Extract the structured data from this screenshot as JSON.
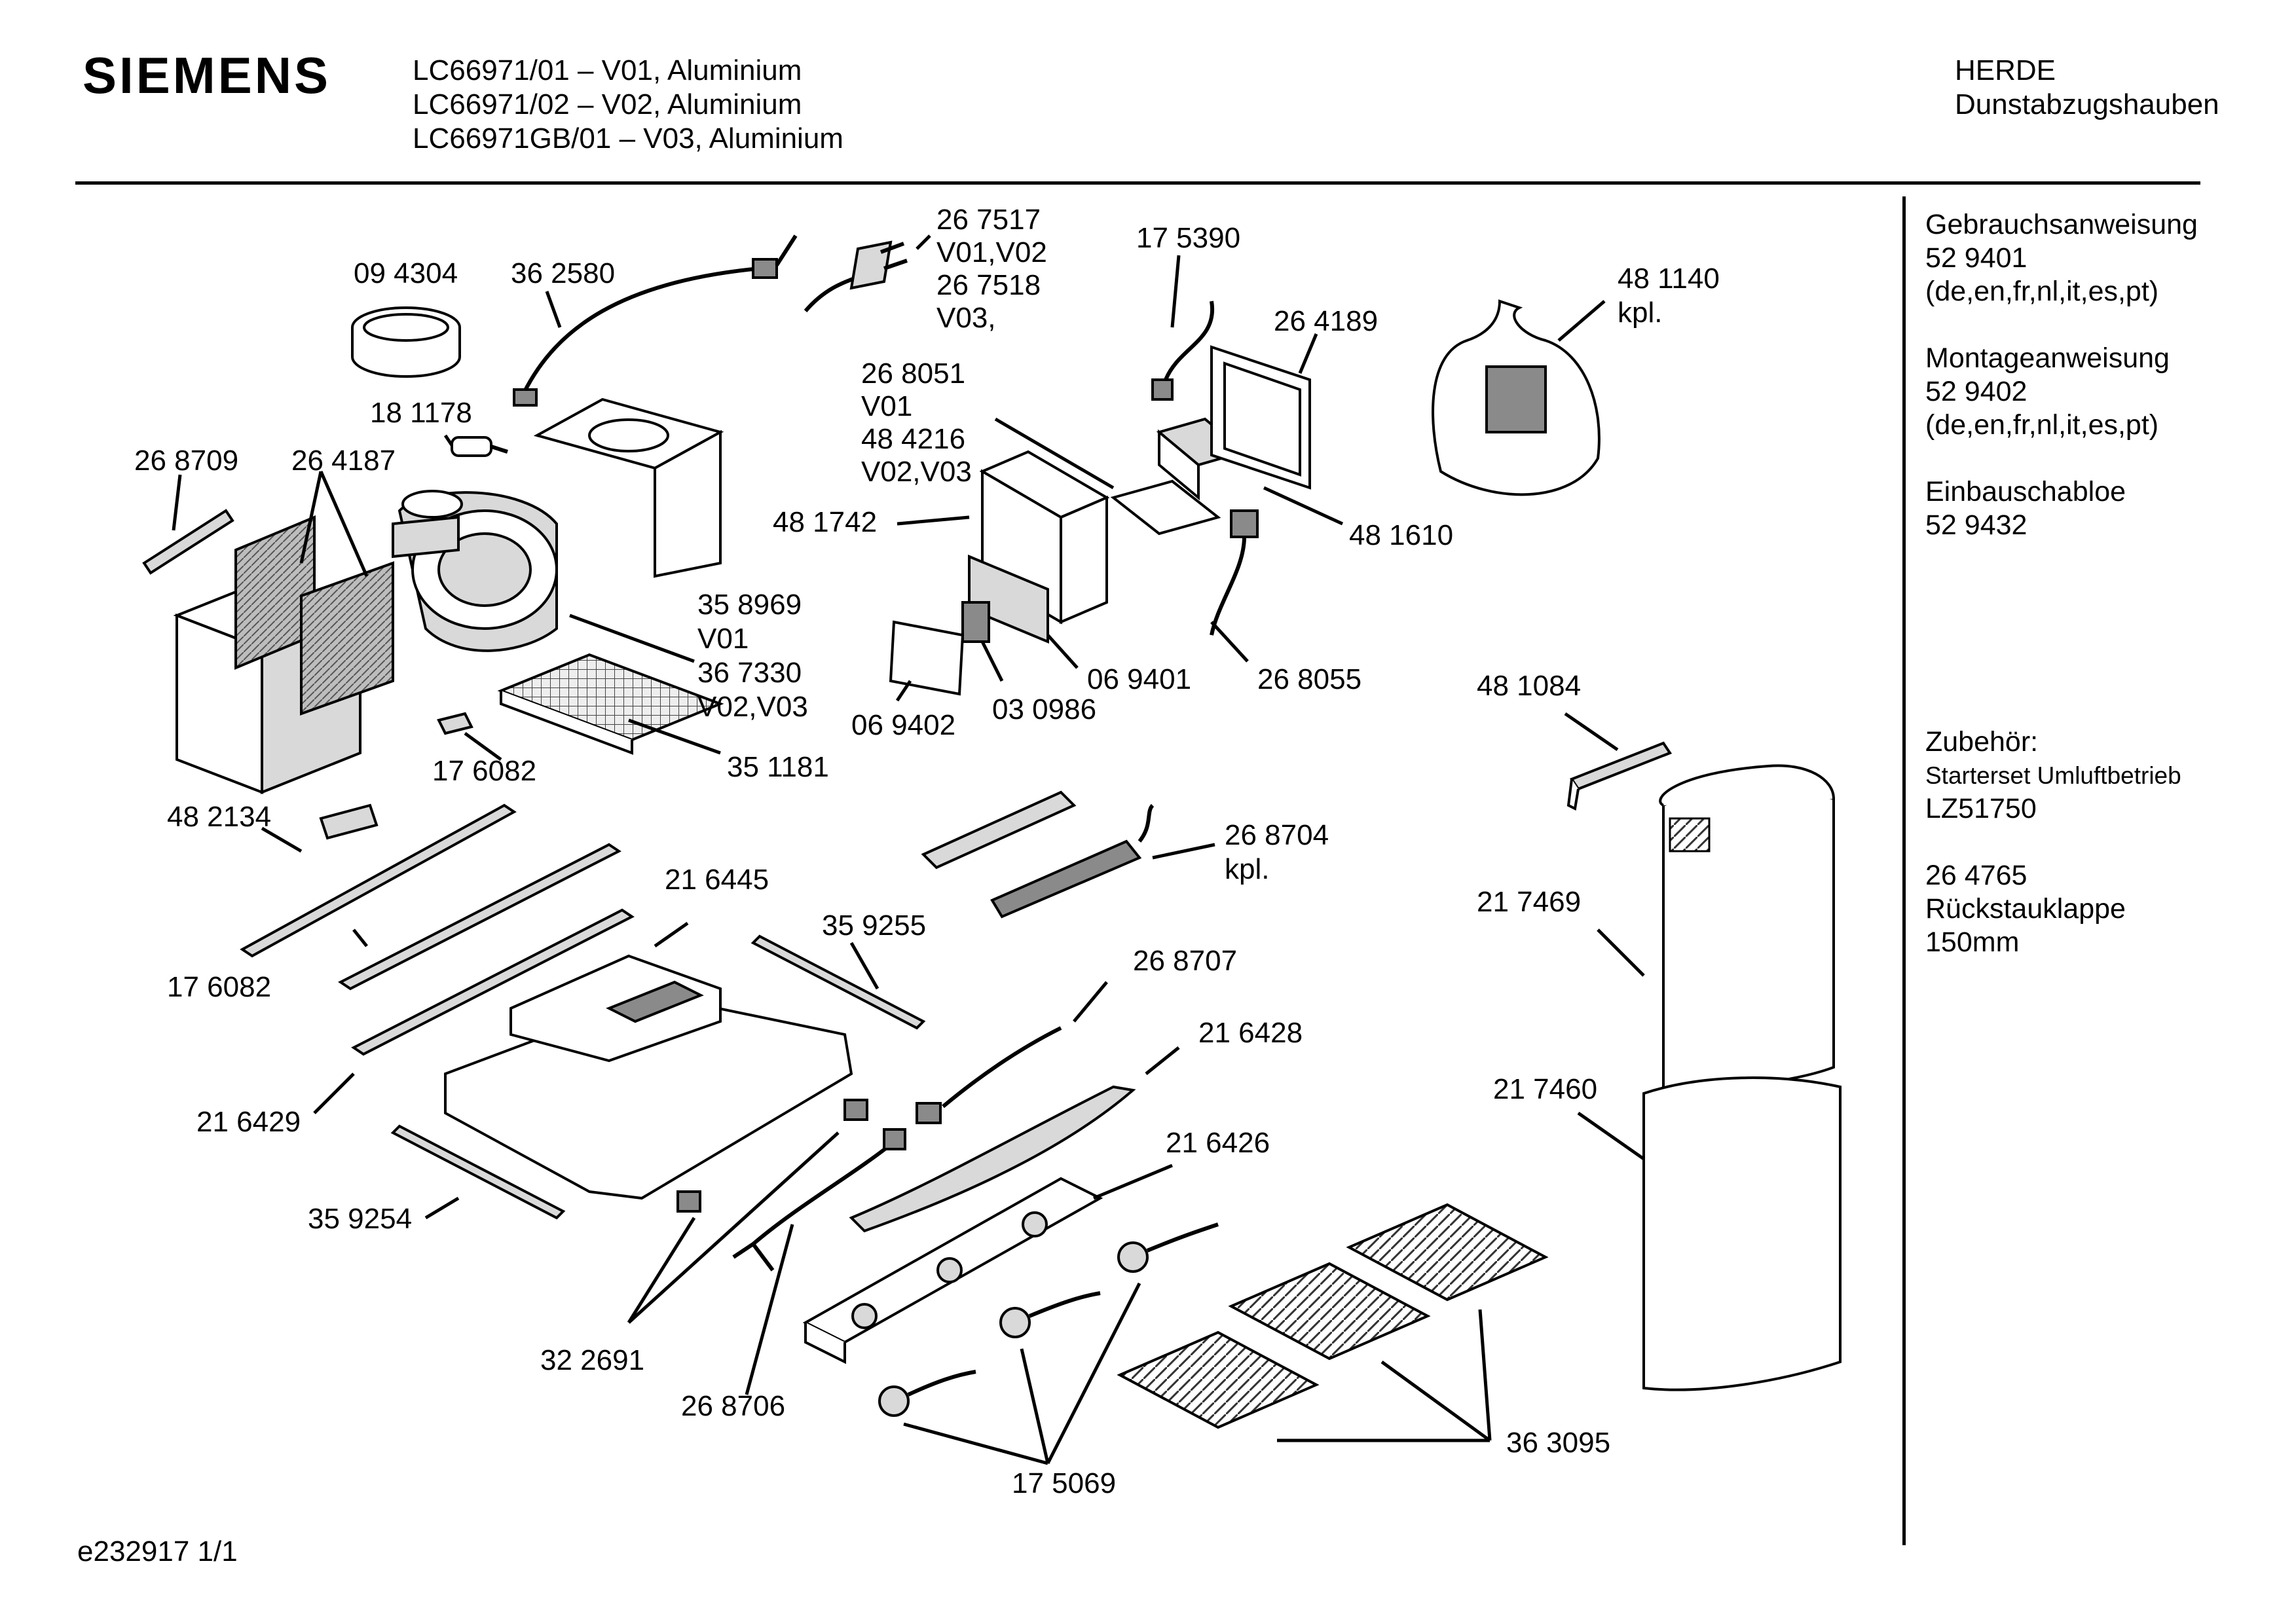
{
  "header": {
    "brand": "SIEMENS",
    "models": [
      "LC66971/01 – V01, Aluminium",
      "LC66971/02 – V02, Aluminium",
      "LC66971GB/01 – V03, Aluminium"
    ],
    "category_line1": "HERDE",
    "category_line2": "Dunstabzugshauben"
  },
  "sidebar": {
    "manual": {
      "title": "Gebrauchsanweisung",
      "number": "52 9401",
      "langs": "(de,en,fr,nl,it,es,pt)"
    },
    "install": {
      "title": "Montageanweisung",
      "number": "52 9402",
      "langs": "(de,en,fr,nl,it,es,pt)"
    },
    "template": {
      "title": "Einbauschabloe",
      "number": "52 9432"
    },
    "accessories": {
      "title": "Zubehör:",
      "item": "Starterset Umluftbetrieb",
      "code": "LZ51750"
    },
    "damper": {
      "number": "26 4765",
      "title": "Rückstauklappe",
      "size": "150mm"
    }
  },
  "parts": {
    "p094304": "09 4304",
    "p362580": "36 2580",
    "p267517": "26 7517",
    "v01v02": "V01,V02",
    "p267518": "26 7518",
    "v03": "V03,",
    "p175390": "17 5390",
    "p264189": "26  4189",
    "p481140": "48 1140",
    "kpl1": "kpl.",
    "p181178": "18 1178",
    "p268709": "26  8709",
    "p264187": "26  4187",
    "p268051": "26 8051",
    "v01a": "V01",
    "p484216": "48 4216",
    "v02v03a": "V02,V03",
    "p481742": "48 1742",
    "p481610": "48 1610",
    "p358969": "35 8969",
    "v01b": "V01",
    "p367330": "36 7330",
    "v02v03b": "V02,V03",
    "p069401": "06 9401",
    "p268055": "26  8055",
    "p030986": "03 0986",
    "p069402": "06 9402",
    "p176082a": "17 6082",
    "p351181": "35 1181",
    "p481084": "48 1084",
    "p482134": "48 2134",
    "p268704": "26 8704",
    "kpl2": "kpl.",
    "p216445": "21 6445",
    "p359255": "35 9255",
    "p176082b": "17 6082",
    "p217469": "21 7469",
    "p268707": "26 8707",
    "p216428": "21  6428",
    "p217460": "21 7460",
    "p216429": "21  6429",
    "p216426": "21  6426",
    "p359254": "35 9254",
    "p322691": "32 2691",
    "p268706": "26  8706",
    "p363095": "36 3095",
    "p175069": "17 5069"
  },
  "footer": {
    "code": "e232917    1/1"
  }
}
